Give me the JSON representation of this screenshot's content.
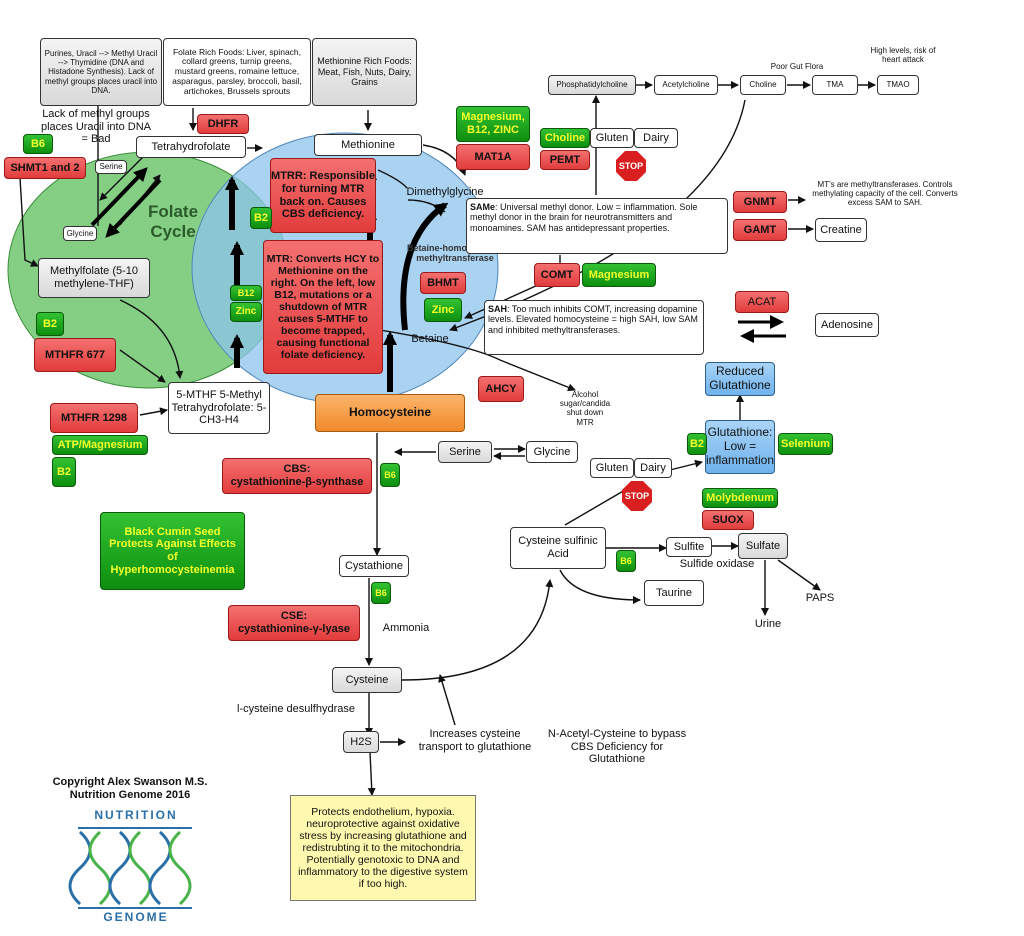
{
  "title": {
    "folate_cycle": "Folate\nCycle"
  },
  "copyright": "Copyright Alex Swanson M.S.\nNutrition Genome 2016",
  "logo": {
    "top": "NUTRITION",
    "bottom": "GENOME"
  },
  "colors": {
    "red": "#e23c3c",
    "green": "#1aa51a",
    "green_text": "#f4ff2a",
    "blue": "#6fb2ec",
    "orange": "#f08a2c",
    "note": "#fff9b0",
    "folate_circle": "#5cbf5c",
    "methionine_circle": "#8ec4ee"
  },
  "notes": {
    "purines": "Purines, Uracil --> Methyl Uracil --> Thymidine (DNA and Histadone Synthesis). Lack of methyl groups places uracil into DNA.",
    "folate_foods": "Folate Rich Foods: Liver, spinach, collard greens, turnip greens, mustard greens, romaine lettuce, asparagus, parsley, broccoli, basil, artichokes, Brussels sprouts",
    "methionine_foods": "Methionine Rich Foods: Meat, Fish, Nuts, Dairy, Grains",
    "lack_methyl": "Lack of methyl groups places Uracil into DNA = Bad",
    "mtrr": "MTRR: Responsible for turning MTR back on. Causes CBS deficiency.",
    "mtr": "MTR: Converts HCY to Methionine on the right. On the left, low B12, mutations or a shutdown of MTR causes 5-MTHF to become trapped, causing functional folate deficiency.",
    "same_label": "SAMe",
    "same_text": ": Universal methyl donor. Low = inflammation. Sole methyl donor in the brain for neurotransmitters and monoamines. SAM has antidepressant properties.",
    "sah_label": "SAH",
    "sah_text": ": Too much inhibits COMT, increasing dopamine levels. Elevated homocysteine = high SAH, low SAM and inhibited methyltransferases.",
    "mt_note": "MT's are methyltransferases. Controls methylating capacity of the cell. Converts excess SAM to SAH.",
    "alcohol": "Alcohol\nsugar/candida\nshut down\nMTR",
    "black_cumin": "Black Cumin Seed Protects Against Effects of Hyperhomocysteinemia",
    "h2s_effects": "Protects endothelium, hypoxia. neuroprotective against oxidative stress by increasing glutathione and redistrubting it to the mitochondria. Potentially genotoxic to DNA and inflammatory to the digestive system if too high.",
    "increases_cysteine": "Increases cysteine transport to glutathione",
    "nac": "N-Acetyl-Cysteine to bypass CBS Deficiency for Glutathione",
    "poor_gut": "Poor Gut Flora",
    "high_levels": "High levels, risk of heart attack"
  },
  "metabolites": {
    "tetrahydrofolate": "Tetrahydrofolate",
    "serine_small": "Serine",
    "glycine_small": "Glycine",
    "methylfolate": "Methylfolate (5-10 methylene-THF)",
    "mthf": "5-MTHF 5-Methyl Tetrahydrofolate: 5-CH3-H4",
    "methionine": "Methionine",
    "dimethylglycine": "Dimethylglycine",
    "betaine_hom": "Betaine-homocysteine methyltransferase",
    "betaine": "Betaine",
    "homocysteine": "Homocysteine",
    "serine": "Serine",
    "glycine": "Glycine",
    "cystathione": "Cystathione",
    "ammonia": "Ammonia",
    "cysteine": "Cysteine",
    "desulfhydrase": "l-cysteine desulfhydrase",
    "h2s": "H2S",
    "phosphatidylcholine": "Phosphatidylcholine",
    "acetylcholine": "Acetylcholine",
    "choline_met": "Choline",
    "tma": "TMA",
    "tmao": "TMAO",
    "gluten1": "Gluten",
    "dairy1": "Dairy",
    "creatine": "Creatine",
    "adenosine": "Adenosine",
    "reduced_glutathione": "Reduced Glutathione",
    "glutathione": "Glutathione: Low = inflammation",
    "gluten2": "Gluten",
    "dairy2": "Dairy",
    "cysteine_sulfinic": "Cysteine sulfinic Acid",
    "sulfite": "Sulfite",
    "sulfate": "Sulfate",
    "sulfide_oxidase": "Sulfide oxidase",
    "taurine": "Taurine",
    "paps": "PAPS",
    "urine": "Urine"
  },
  "enzymes": {
    "dhfr": "DHFR",
    "shmt": "SHMT1 and 2",
    "mthfr677": "MTHFR 677",
    "mthfr1298": "MTHFR 1298",
    "mat1a": "MAT1A",
    "pemt": "PEMT",
    "gnmt": "GNMT",
    "gamt": "GAMT",
    "comt": "COMT",
    "bhmt": "BHMT",
    "acat": "ACAT",
    "ahcy": "AHCY",
    "cbs": "CBS:\ncystathionine-β-synthase",
    "cse": "CSE:\ncystathionine-γ-lyase",
    "suox": "SUOX"
  },
  "cofactors": {
    "b6_shmt": "B6",
    "b2_mtrr": "B2",
    "b12": "B12",
    "zinc_mtr": "Zinc",
    "b2_mthfr": "B2",
    "atp_mg": "ATP/Magnesium",
    "b2_1298": "B2",
    "mg_b12_zinc": "Magnesium, B12, ZINC",
    "choline": "Choline",
    "mg_comt": "Magnesium",
    "zinc_bhmt": "Zinc",
    "b6_cbs": "B6",
    "b6_cse": "B6",
    "b2_glut": "B2",
    "selenium": "Selenium",
    "molybdenum": "Molybdenum",
    "b6_sulfite": "B6"
  },
  "stop_label": "STOP"
}
